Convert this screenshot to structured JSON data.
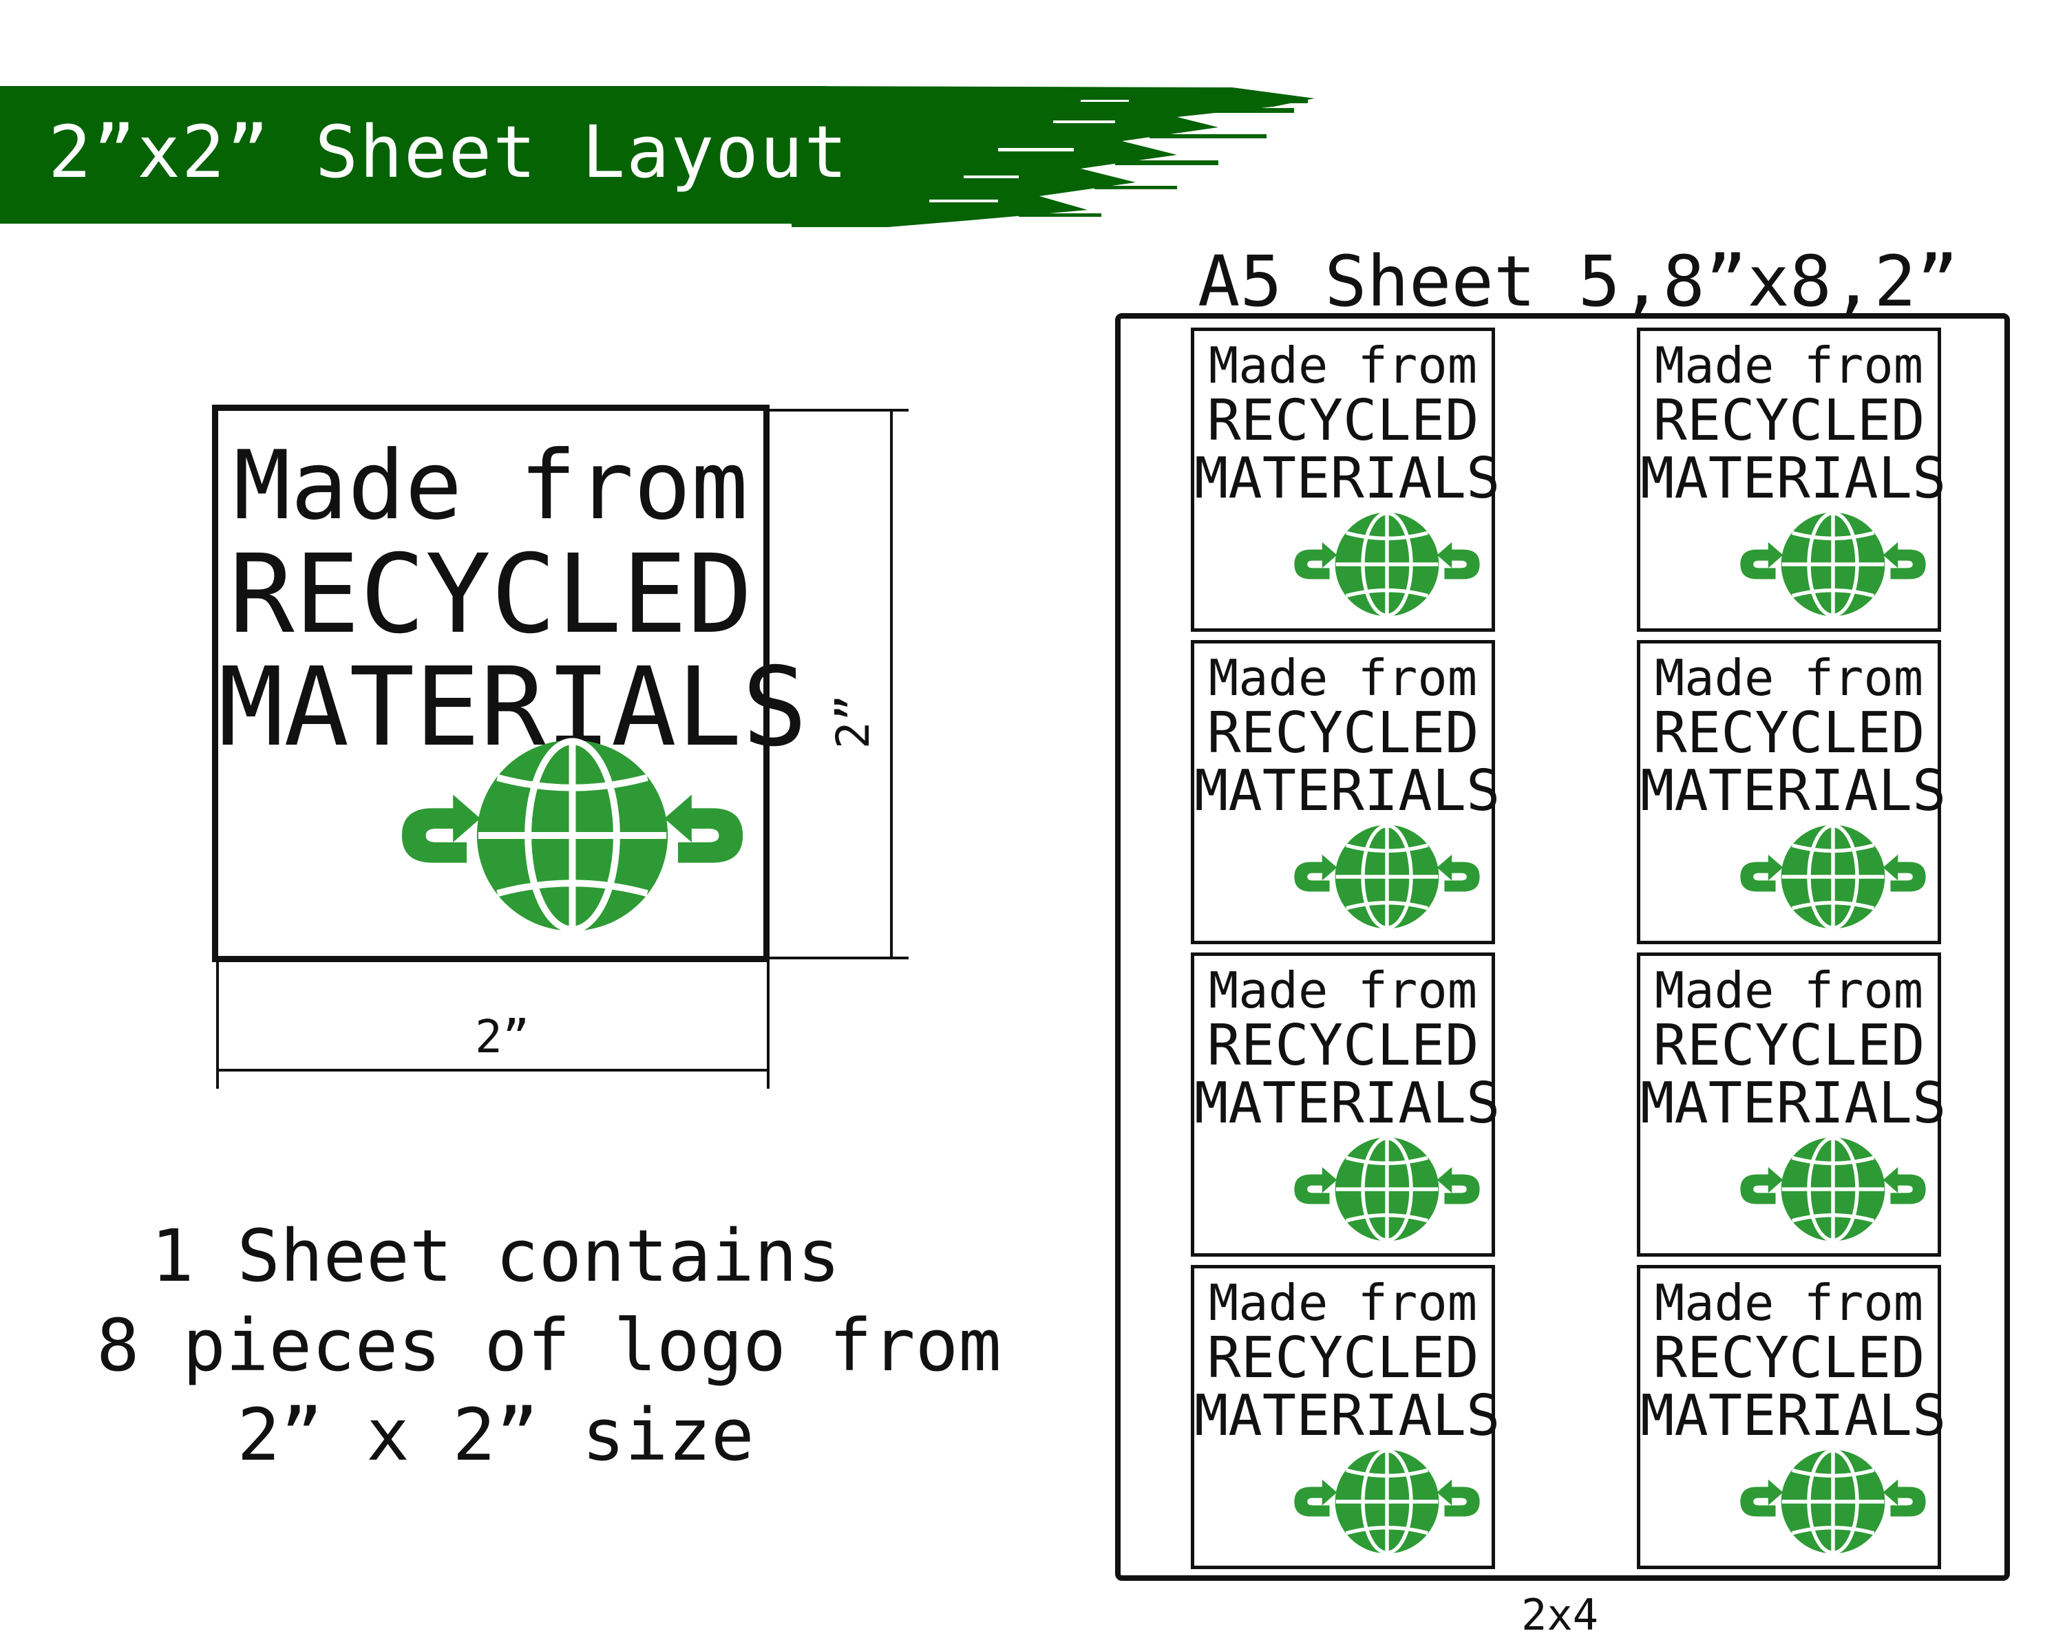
{
  "banner": {
    "title": "2”x2” Sheet Layout",
    "color": "#056304"
  },
  "logo": {
    "line1": "Made from",
    "line2": "RECYCLED",
    "line3": "MATERIALS",
    "icon": "globe-recycle-arrows-icon",
    "icon_color": "#2e9a35"
  },
  "dimensions": {
    "width_label": "2”",
    "height_label": "2”"
  },
  "sheet": {
    "title": "A5 Sheet 5,8”x8,2”",
    "layout_label": "2x4",
    "columns": 2,
    "rows": 4,
    "pieces": 8
  },
  "info": {
    "line1": "1 Sheet contains",
    "line2": "8 pieces of logo from",
    "line3": "2” x 2” size"
  }
}
